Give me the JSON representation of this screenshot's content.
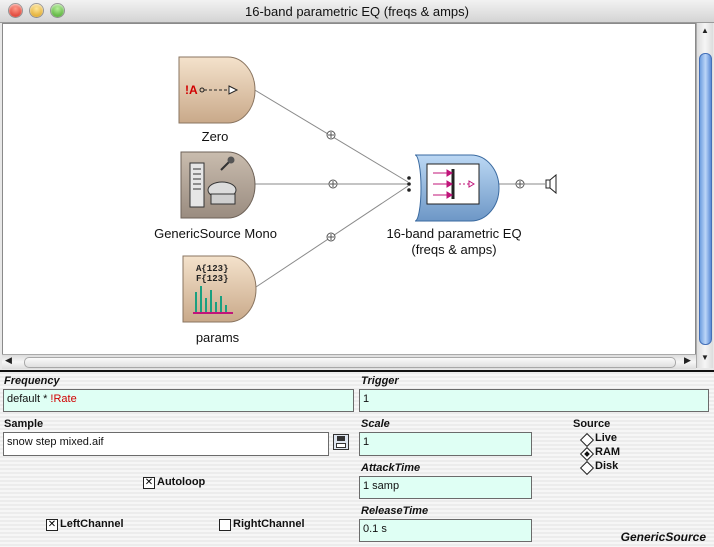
{
  "window": {
    "title": "16-band parametric EQ (freqs & amps)"
  },
  "graph": {
    "nodes": {
      "zero": {
        "label": "Zero",
        "icon_text": "!A"
      },
      "generic_source": {
        "label": "GenericSource Mono"
      },
      "params": {
        "label": "params",
        "icon_text_1": "A{123}",
        "icon_text_2": "F{123}"
      },
      "eq": {
        "label_line1": "16-band parametric EQ",
        "label_line2": "(freqs & amps)"
      }
    }
  },
  "fields": {
    "frequency": {
      "label": "Frequency",
      "value_prefix": "default * ",
      "value_highlight": "!Rate"
    },
    "trigger": {
      "label": "Trigger",
      "value": "1"
    },
    "sample": {
      "label": "Sample",
      "value": "snow step mixed.aif"
    },
    "scale": {
      "label": "Scale",
      "value": "1"
    },
    "attack_time": {
      "label": "AttackTime",
      "value": "1 samp"
    },
    "release_time": {
      "label": "ReleaseTime",
      "value": "0.1 s"
    }
  },
  "checkboxes": {
    "autoloop": {
      "label": "Autoloop",
      "checked": true
    },
    "left_channel": {
      "label": "LeftChannel",
      "checked": true
    },
    "right_channel": {
      "label": "RightChannel",
      "checked": false
    }
  },
  "source": {
    "label": "Source",
    "options": [
      "Live",
      "RAM",
      "Disk"
    ],
    "selected": "RAM"
  },
  "footer": {
    "class_name": "GenericSource"
  }
}
